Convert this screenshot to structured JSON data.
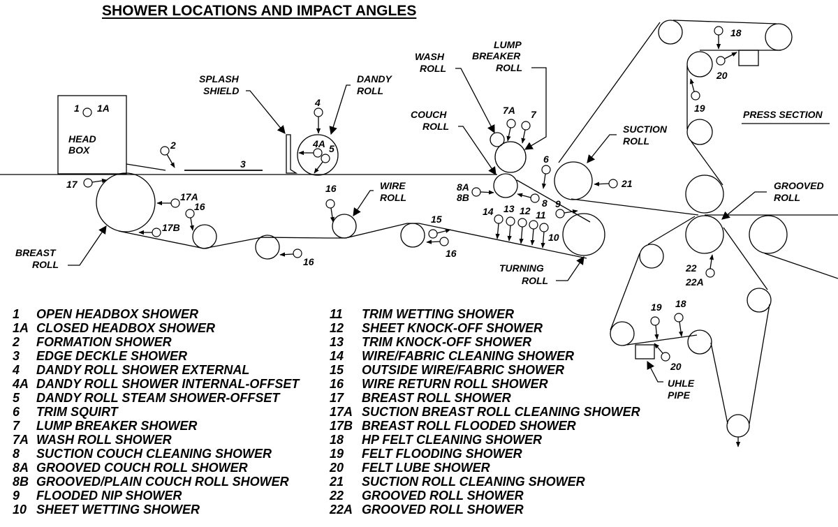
{
  "title": "SHOWER LOCATIONS AND IMPACT ANGLES",
  "labels": {
    "head_box": [
      "HEAD",
      "BOX"
    ],
    "splash_shield": [
      "SPLASH",
      "SHIELD"
    ],
    "dandy_roll": [
      "DANDY",
      "ROLL"
    ],
    "wash_roll": [
      "WASH",
      "ROLL"
    ],
    "lump_breaker_roll": [
      "LUMP",
      "BREAKER",
      "ROLL"
    ],
    "couch_roll": [
      "COUCH",
      "ROLL"
    ],
    "suction_roll": [
      "SUCTION",
      "ROLL"
    ],
    "press_section": "PRESS SECTION",
    "grooved_roll": [
      "GROOVED",
      "ROLL"
    ],
    "wire_roll": [
      "WIRE",
      "ROLL"
    ],
    "breast_roll": [
      "BREAST",
      "ROLL"
    ],
    "turning_roll": [
      "TURNING",
      "ROLL"
    ],
    "uhle_pipe": [
      "UHLE",
      "PIPE"
    ]
  },
  "shower_markers": {
    "m1": "1",
    "m1a": "1A",
    "m2": "2",
    "m3": "3",
    "m4": "4",
    "m4a": "4A",
    "m5": "5",
    "m6": "6",
    "m7": "7",
    "m7a": "7A",
    "m8": "8",
    "m8a": "8A",
    "m8b": "8B",
    "m9": "9",
    "m10": "10",
    "m11": "11",
    "m12": "12",
    "m13": "13",
    "m14": "14",
    "m15": "15",
    "m16a": "16",
    "m16b": "16",
    "m16c": "16",
    "m16d": "16",
    "m17": "17",
    "m17a": "17A",
    "m17b": "17B",
    "m18a": "18",
    "m18b": "18",
    "m19a": "19",
    "m19b": "19",
    "m20a": "20",
    "m20b": "20",
    "m21": "21",
    "m22": "22",
    "m22a": "22A"
  },
  "legend_left": [
    {
      "code": "1",
      "desc": "OPEN HEADBOX SHOWER"
    },
    {
      "code": "1A",
      "desc": "CLOSED HEADBOX SHOWER"
    },
    {
      "code": "2",
      "desc": "FORMATION SHOWER"
    },
    {
      "code": "3",
      "desc": "EDGE DECKLE SHOWER"
    },
    {
      "code": "4",
      "desc": "DANDY ROLL SHOWER EXTERNAL"
    },
    {
      "code": "4A",
      "desc": "DANDY ROLL SHOWER INTERNAL-OFFSET"
    },
    {
      "code": "5",
      "desc": "DANDY ROLL STEAM SHOWER-OFFSET"
    },
    {
      "code": "6",
      "desc": "TRIM SQUIRT"
    },
    {
      "code": "7",
      "desc": "LUMP BREAKER SHOWER"
    },
    {
      "code": "7A",
      "desc": "WASH ROLL SHOWER"
    },
    {
      "code": "8",
      "desc": "SUCTION COUCH CLEANING SHOWER"
    },
    {
      "code": "8A",
      "desc": "GROOVED COUCH ROLL SHOWER"
    },
    {
      "code": "8B",
      "desc": "GROOVED/PLAIN COUCH ROLL SHOWER"
    },
    {
      "code": "9",
      "desc": "FLOODED NIP SHOWER"
    },
    {
      "code": "10",
      "desc": "SHEET WETTING SHOWER"
    }
  ],
  "legend_right": [
    {
      "code": "11",
      "desc": "TRIM WETTING SHOWER"
    },
    {
      "code": "12",
      "desc": "SHEET KNOCK-OFF SHOWER"
    },
    {
      "code": "13",
      "desc": "TRIM KNOCK-OFF SHOWER"
    },
    {
      "code": "14",
      "desc": "WIRE/FABRIC CLEANING SHOWER"
    },
    {
      "code": "15",
      "desc": "OUTSIDE WIRE/FABRIC SHOWER"
    },
    {
      "code": "16",
      "desc": "WIRE RETURN ROLL SHOWER"
    },
    {
      "code": "17",
      "desc": "BREAST ROLL SHOWER"
    },
    {
      "code": "17A",
      "desc": "SUCTION BREAST ROLL CLEANING SHOWER"
    },
    {
      "code": "17B",
      "desc": "BREAST ROLL FLOODED SHOWER"
    },
    {
      "code": "18",
      "desc": "HP FELT CLEANING SHOWER"
    },
    {
      "code": "19",
      "desc": "FELT FLOODING SHOWER"
    },
    {
      "code": "20",
      "desc": "FELT LUBE SHOWER"
    },
    {
      "code": "21",
      "desc": "SUCTION ROLL CLEANING SHOWER"
    },
    {
      "code": "22",
      "desc": "GROOVED ROLL SHOWER"
    },
    {
      "code": "22A",
      "desc": "GROOVED ROLL SHOWER"
    }
  ]
}
